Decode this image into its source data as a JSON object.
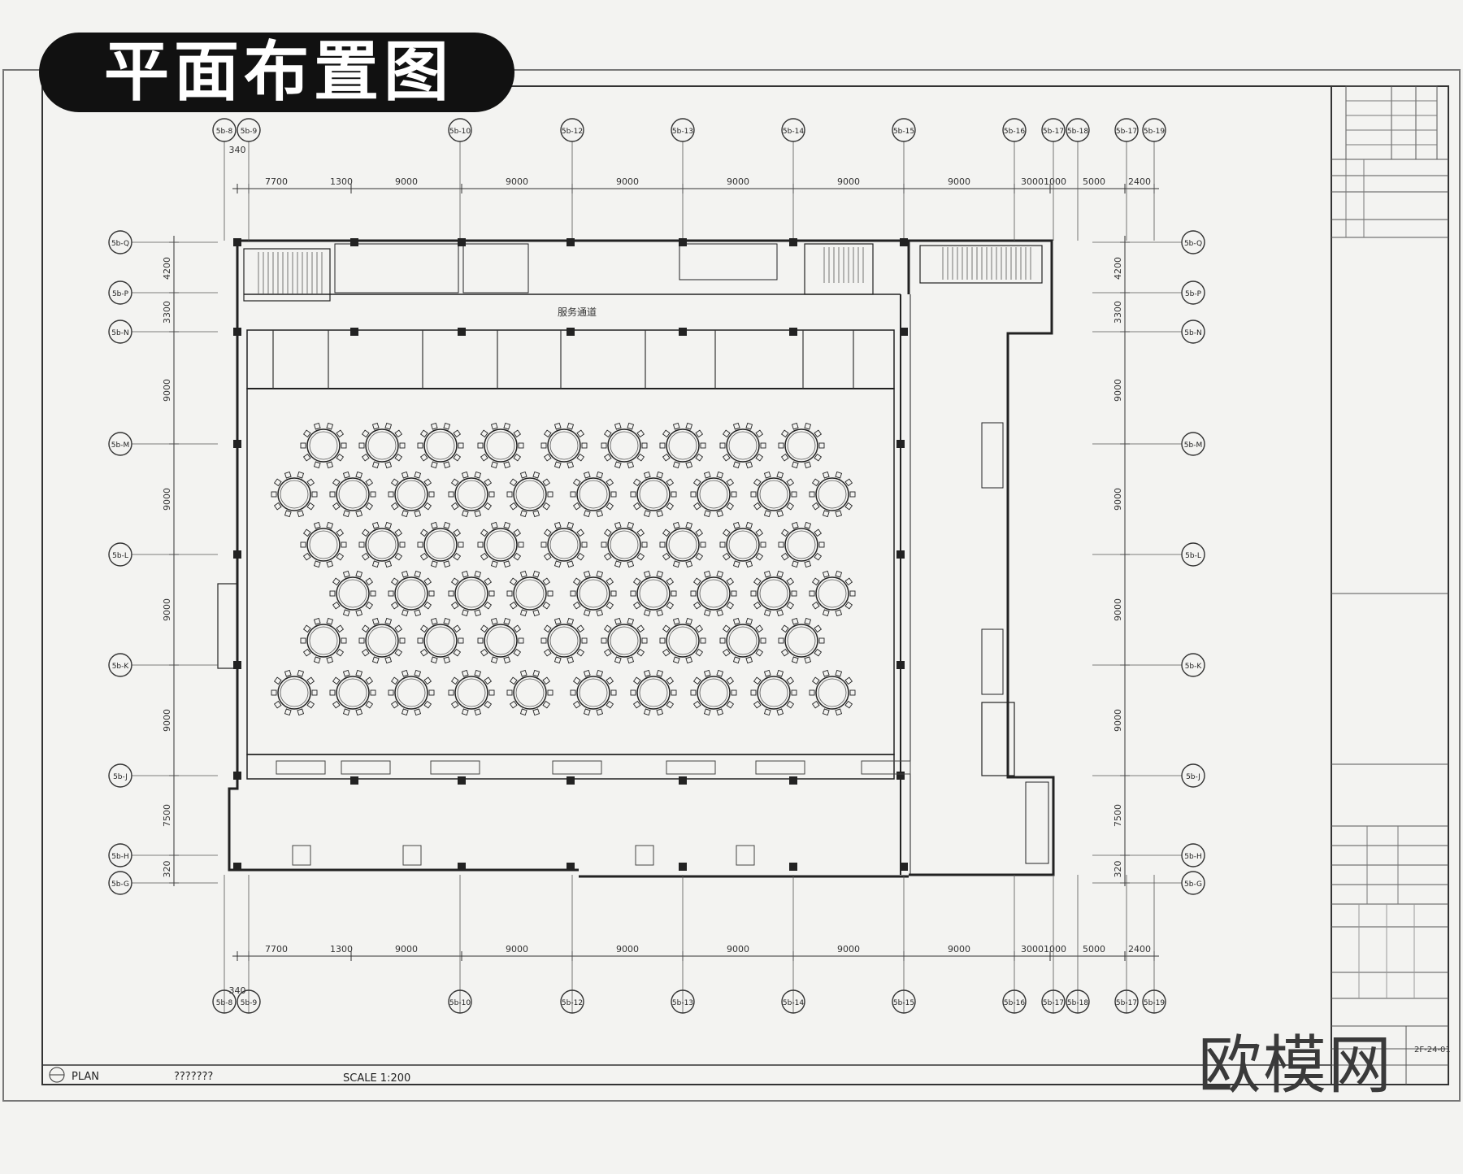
{
  "header": {
    "title": "平面布置图"
  },
  "watermark": {
    "logo": "欧模网"
  },
  "drawing": {
    "dims_top": [
      "7700",
      "1300",
      "9000",
      "9000",
      "9000",
      "9000",
      "9000",
      "9000",
      "3000",
      "1000",
      "5000",
      "2400",
      "340"
    ],
    "dims_side_left": [
      "4200",
      "3300",
      "9000",
      "9000",
      "9000",
      "9000",
      "7500",
      "320"
    ],
    "dims_side_right": [
      "4200",
      "3300",
      "9000",
      "9000",
      "9000",
      "9000",
      "7500",
      "320"
    ],
    "grid_top_labels": [
      "5b-8",
      "5b-9",
      "5b-10",
      "5b-12",
      "5b-13",
      "5b-14",
      "5b-15",
      "5b-16",
      "5b-17",
      "5b-18",
      "5b-17",
      "5b-19"
    ],
    "grid_side_labels": [
      "5b-Q",
      "5b-P",
      "5b-N",
      "5b-M",
      "5b-L",
      "5b-K",
      "5b-J",
      "5b-H",
      "5b-G"
    ],
    "corridor_label": "服务通道"
  },
  "footer": {
    "plan_label": "PLAN",
    "code_label": "???????",
    "scale_label": "SCALE 1:200"
  },
  "title_block": {
    "drawing_no": "2F-24-01"
  }
}
